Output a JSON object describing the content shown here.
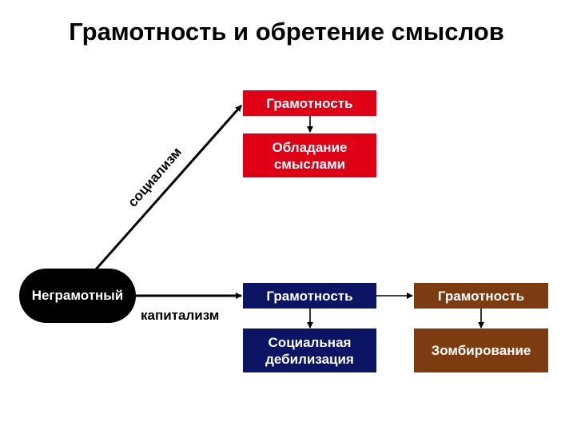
{
  "title": "Грамотность и обретение смыслов",
  "colors": {
    "red": "#e00016",
    "navy": "#0c1464",
    "brown": "#7c3c10",
    "black": "#000000"
  },
  "nodes": {
    "start": "Неграмотный",
    "socialism_literacy": "Грамотность",
    "socialism_result": "Обладание смыслами",
    "capitalism_literacy": "Грамотность",
    "capitalism_result": "Социальная дебилизация",
    "third_literacy": "Грамотность",
    "third_result": "Зомбирование"
  },
  "edges": {
    "socialism": "социализм",
    "capitalism": "капитализм"
  }
}
